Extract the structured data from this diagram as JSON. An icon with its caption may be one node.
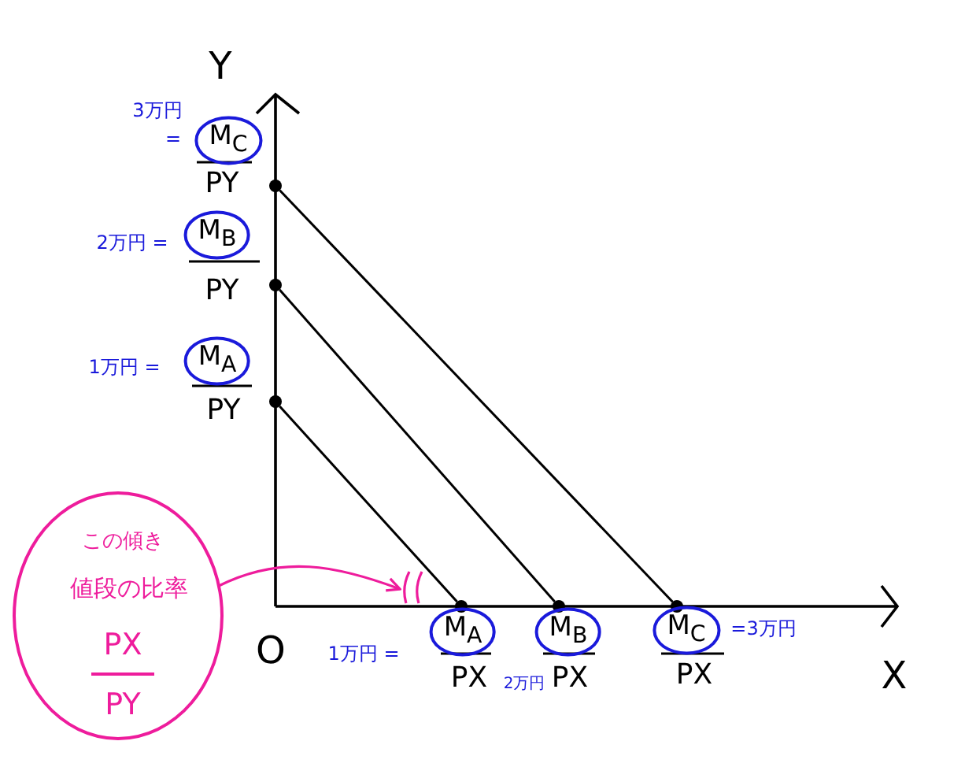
{
  "diagram": {
    "nodes": [
      {
        "text": [
          "この傾き",
          "値段の比率",
          "PX",
          "PY"
        ]
      },
      {
        "text": [],
        "shape": "arc"
      },
      {
        "text": [],
        "shape": "circle"
      },
      {
        "text": [],
        "shape": "circle"
      },
      {
        "text": [],
        "shape": "circle"
      },
      {
        "text": [],
        "shape": "circle"
      },
      {
        "text": [],
        "shape": "circle"
      },
      {
        "text": [],
        "shape": "circle"
      }
    ],
    "edges": [
      {
        "from": 4,
        "to": 7,
        "arrow": "none"
      },
      {
        "from": 3,
        "to": 6,
        "arrow": "none"
      },
      {
        "from": 2,
        "to": 5,
        "arrow": "none"
      },
      {
        "from": 0,
        "to": 1,
        "arrow": "to",
        "color": "#ee1c9c"
      }
    ],
    "labels": [
      "Y",
      "3万円",
      "=",
      "M$_{C}$",
      "PY",
      "2万円 =",
      "M$_{B}$",
      "PY",
      "1万円 =",
      "M$_{A}$",
      "PY",
      "O",
      "1万円 =",
      "M$_{A}$",
      "PX",
      "M$_{B}$",
      "2万円",
      "PX",
      "M$_{C}$",
      "=3万円",
      "PX",
      "X"
    ]
  }
}
